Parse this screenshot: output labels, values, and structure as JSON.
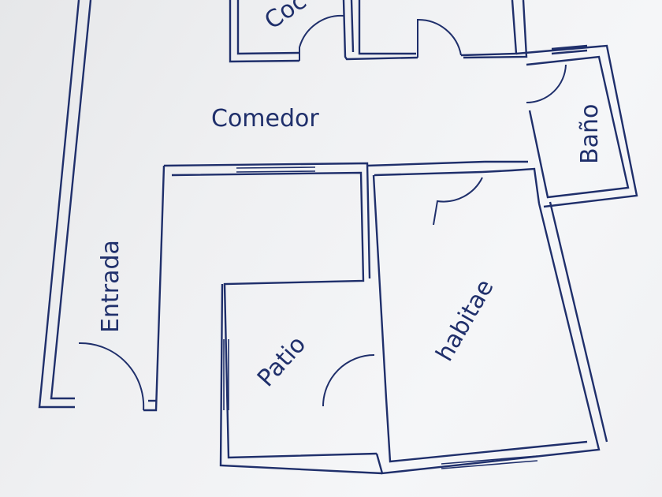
{
  "rooms": {
    "cocina": "Coc",
    "comedor": "Comedor",
    "bano": "Baño",
    "entrada": "Entrada",
    "patio": "Patio",
    "habitacion": "habitae"
  },
  "colors": {
    "ink": "#1f2f6b",
    "paper": "#f2f3f5"
  }
}
